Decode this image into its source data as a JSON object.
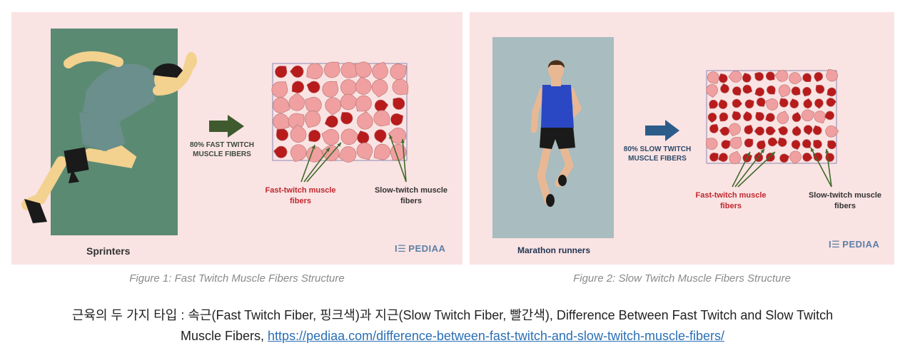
{
  "figure1": {
    "subject_label": "Sprinters",
    "arrow_label_line1": "80% FAST TWITCH",
    "arrow_label_line2": "MUSCLE FIBERS",
    "fast_label_line1": "Fast-twitch muscle",
    "fast_label_line2": "fibers",
    "slow_label_line1": "Slow-twitch muscle",
    "slow_label_line2": "fibers",
    "brand": "PEDIAA",
    "caption": "Figure 1: Fast Twitch Muscle Fibers Structure",
    "bg_color": "#5b8a72",
    "arrow_color": "#3f5a2e"
  },
  "figure2": {
    "subject_label": "Marathon runners",
    "arrow_label_line1": "80% SLOW TWITCH",
    "arrow_label_line2": "MUSCLE FIBERS",
    "fast_label_line1": "Fast-twitch muscle",
    "fast_label_line2": "fibers",
    "slow_label_line1": "Slow-twitch muscle",
    "slow_label_line2": "fibers",
    "brand": "PEDIAA",
    "caption": "Figure 2: Slow Twitch Muscle Fibers Structure",
    "bg_color": "#a9bcbf",
    "arrow_color": "#2c5c8a"
  },
  "colors": {
    "fast_fiber": "#f0a0a0",
    "slow_fiber": "#b81b1b",
    "panel_bg": "#fae3e3"
  },
  "footnote": {
    "text": "근육의 두 가지 타입 : 속근(Fast Twitch Fiber, 핑크색)과 지근(Slow Twitch Fiber, 빨간색), Difference Between Fast Twitch and Slow Twitch Muscle Fibers, ",
    "link": "https://pediaa.com/difference-between-fast-twitch-and-slow-twitch-muscle-fibers/"
  }
}
